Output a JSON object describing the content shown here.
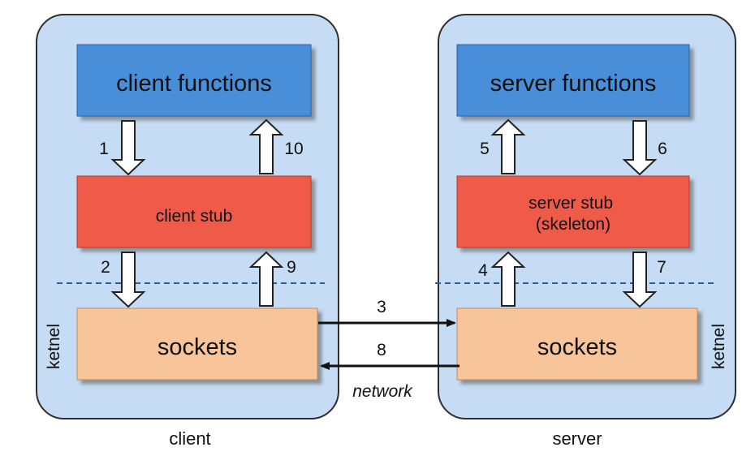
{
  "panels": {
    "client": {
      "caption": "client",
      "side_label": "ketnel",
      "functions": "client functions",
      "stub_lines": [
        "client stub"
      ],
      "sockets": "sockets"
    },
    "server": {
      "caption": "server",
      "side_label": "ketnel",
      "functions": "server functions",
      "stub_lines": [
        "server stub",
        "(skeleton)"
      ],
      "sockets": "sockets"
    }
  },
  "steps": {
    "s1": "1",
    "s2": "2",
    "s3": "3",
    "s4": "4",
    "s5": "5",
    "s6": "6",
    "s7": "7",
    "s8": "8",
    "s9": "9",
    "s10": "10"
  },
  "network_label": "network",
  "colors": {
    "panel_fill": "#c6dcf4",
    "panel_stroke": "#2e2e2e",
    "functions_fill": "#4a8ed8",
    "stub_fill": "#ef5a48",
    "sockets_fill": "#f8c49a",
    "divider": "#2f5d98"
  }
}
